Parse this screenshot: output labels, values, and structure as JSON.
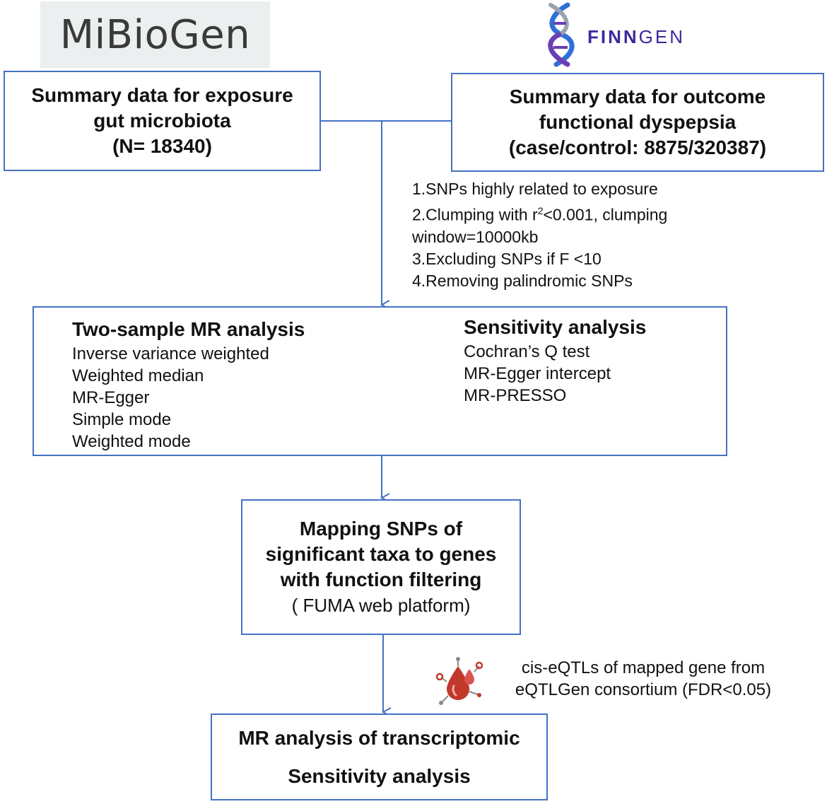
{
  "logos": {
    "mibiogen": "MiBioGen",
    "finngen_bold": "FINN",
    "finngen_light": "GEN"
  },
  "exposure_box": {
    "lines": [
      "Summary data for exposure",
      "gut microbiota",
      "(N= 18340)"
    ]
  },
  "outcome_box": {
    "lines": [
      "Summary data for outcome",
      "functional dyspepsia",
      "(case/control: 8875/320387)"
    ]
  },
  "selection_steps": {
    "step1": "1.SNPs highly related to exposure",
    "step2_a": "2.Clumping with r",
    "step2_sup": "2",
    "step2_b": "<0.001, clumping",
    "step2_c": "window=10000kb",
    "step3": "3.Excluding SNPs if F <10",
    "step4": "4.Removing palindromic SNPs"
  },
  "mr_box": {
    "left_title": "Two-sample MR analysis",
    "left_items": [
      "Inverse variance weighted",
      "Weighted median",
      "MR-Egger",
      "Simple mode",
      "Weighted mode"
    ],
    "right_title": "Sensitivity analysis",
    "right_items": [
      "Cochran’s Q test",
      "MR-Egger intercept",
      "MR-PRESSO"
    ]
  },
  "mapping_box": {
    "bold_lines": [
      "Mapping SNPs of",
      "significant taxa  to genes",
      "with function filtering"
    ],
    "normal_line": "( FUMA web platform)"
  },
  "eqtl_note": {
    "line1": "cis-eQTLs of mapped gene from",
    "line2": "eQTLGen consortium (FDR<0.05)"
  },
  "transcript_box": {
    "lines": [
      "MR analysis of transcriptomic",
      "Sensitivity analysis"
    ]
  },
  "colors": {
    "box_border": "#4472c4",
    "finngen_purple": "#3b2a9e",
    "blood_red": "#c0392b"
  }
}
